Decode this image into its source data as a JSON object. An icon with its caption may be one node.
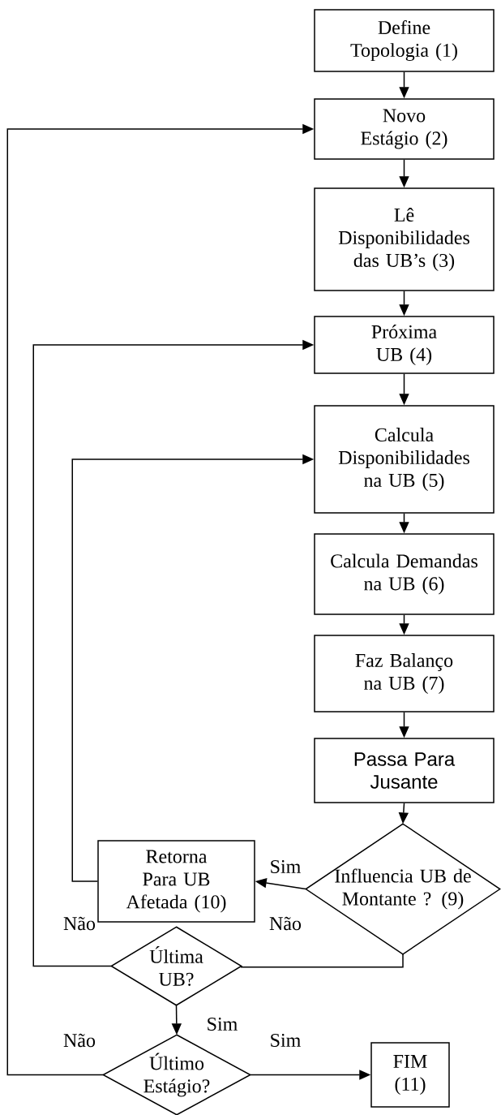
{
  "diagram": {
    "nodes": [
      {
        "text": [
          "Define Topologia (1)"
        ]
      },
      {
        "text": [
          "Novo Estágio (2)"
        ]
      },
      {
        "text": [
          "Lê Disponibilidades das UB’s (3)"
        ]
      },
      {
        "text": [
          "Próxima UB (4)"
        ]
      },
      {
        "text": [
          "Calcula Disponibilidades na UB (5)"
        ]
      },
      {
        "text": [
          "Calcula Demandas na UB (6)"
        ]
      },
      {
        "text": [
          "Faz Balanço na UB (7)"
        ]
      },
      {
        "text": [
          "Passa Para Jusante"
        ]
      },
      {
        "text": [
          "Influencia UB de Montante ? (9)"
        ]
      },
      {
        "text": [
          "Retorna Para UB Afetada (10)"
        ]
      },
      {
        "text": [
          "Última UB?"
        ]
      },
      {
        "text": [
          "Último Estágio?"
        ]
      },
      {
        "text": [
          "FIM (11)"
        ]
      }
    ],
    "edges": [
      {
        "from": 0,
        "to": 1,
        "arrow": "to"
      },
      {
        "from": 1,
        "to": 2,
        "arrow": "to"
      },
      {
        "from": 2,
        "to": 3,
        "arrow": "to"
      },
      {
        "from": 3,
        "to": 4,
        "arrow": "to"
      },
      {
        "from": 4,
        "to": 5,
        "arrow": "to"
      },
      {
        "from": 5,
        "to": 6,
        "arrow": "to"
      },
      {
        "from": 6,
        "to": 7,
        "arrow": "to"
      },
      {
        "from": 7,
        "to": 8,
        "arrow": "to"
      },
      {
        "from": 8,
        "to": 9,
        "arrow": "to",
        "label": "Sim"
      },
      {
        "from": 9,
        "to": 4,
        "arrow": "to"
      },
      {
        "from": 8,
        "to": 10,
        "arrow": "none",
        "label": "Não"
      },
      {
        "from": 10,
        "to": 3,
        "arrow": "to",
        "label": "Não"
      },
      {
        "from": 10,
        "to": 11,
        "arrow": "to",
        "label": "Sim"
      },
      {
        "from": 11,
        "to": 12,
        "arrow": "to",
        "label": "Sim"
      },
      {
        "from": 11,
        "to": 1,
        "arrow": "to",
        "label": "Não"
      }
    ]
  }
}
